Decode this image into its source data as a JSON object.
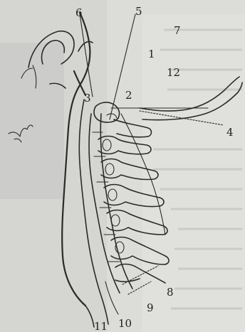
{
  "figure": {
    "description_labels": [
      "1",
      "2",
      "3",
      "4",
      "5",
      "6",
      "7",
      "8",
      "9",
      "10",
      "11",
      "12"
    ]
  },
  "labels": {
    "l1": "1",
    "l2": "2",
    "l3": "3",
    "l4": "4",
    "l5": "5",
    "l6": "6",
    "l7": "7",
    "l8": "8",
    "l9": "9",
    "l10": "10",
    "l11": "11",
    "l12": "12"
  },
  "colors": {
    "paper": "#d9d9d6",
    "ink": "#2a2a2a"
  }
}
